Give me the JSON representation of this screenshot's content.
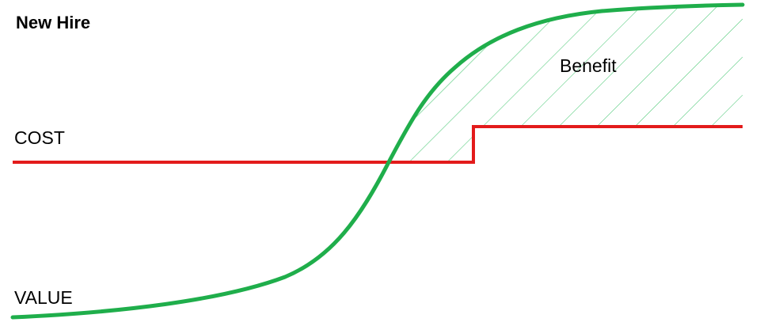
{
  "diagram": {
    "title": "New Hire",
    "cost_label": "COST",
    "value_label": "VALUE",
    "benefit_label": "Benefit"
  },
  "colors": {
    "cost_line": "#e31b1b",
    "value_curve": "#1fae4b",
    "benefit_hatch": "#3cc46a",
    "text": "#000000"
  }
}
